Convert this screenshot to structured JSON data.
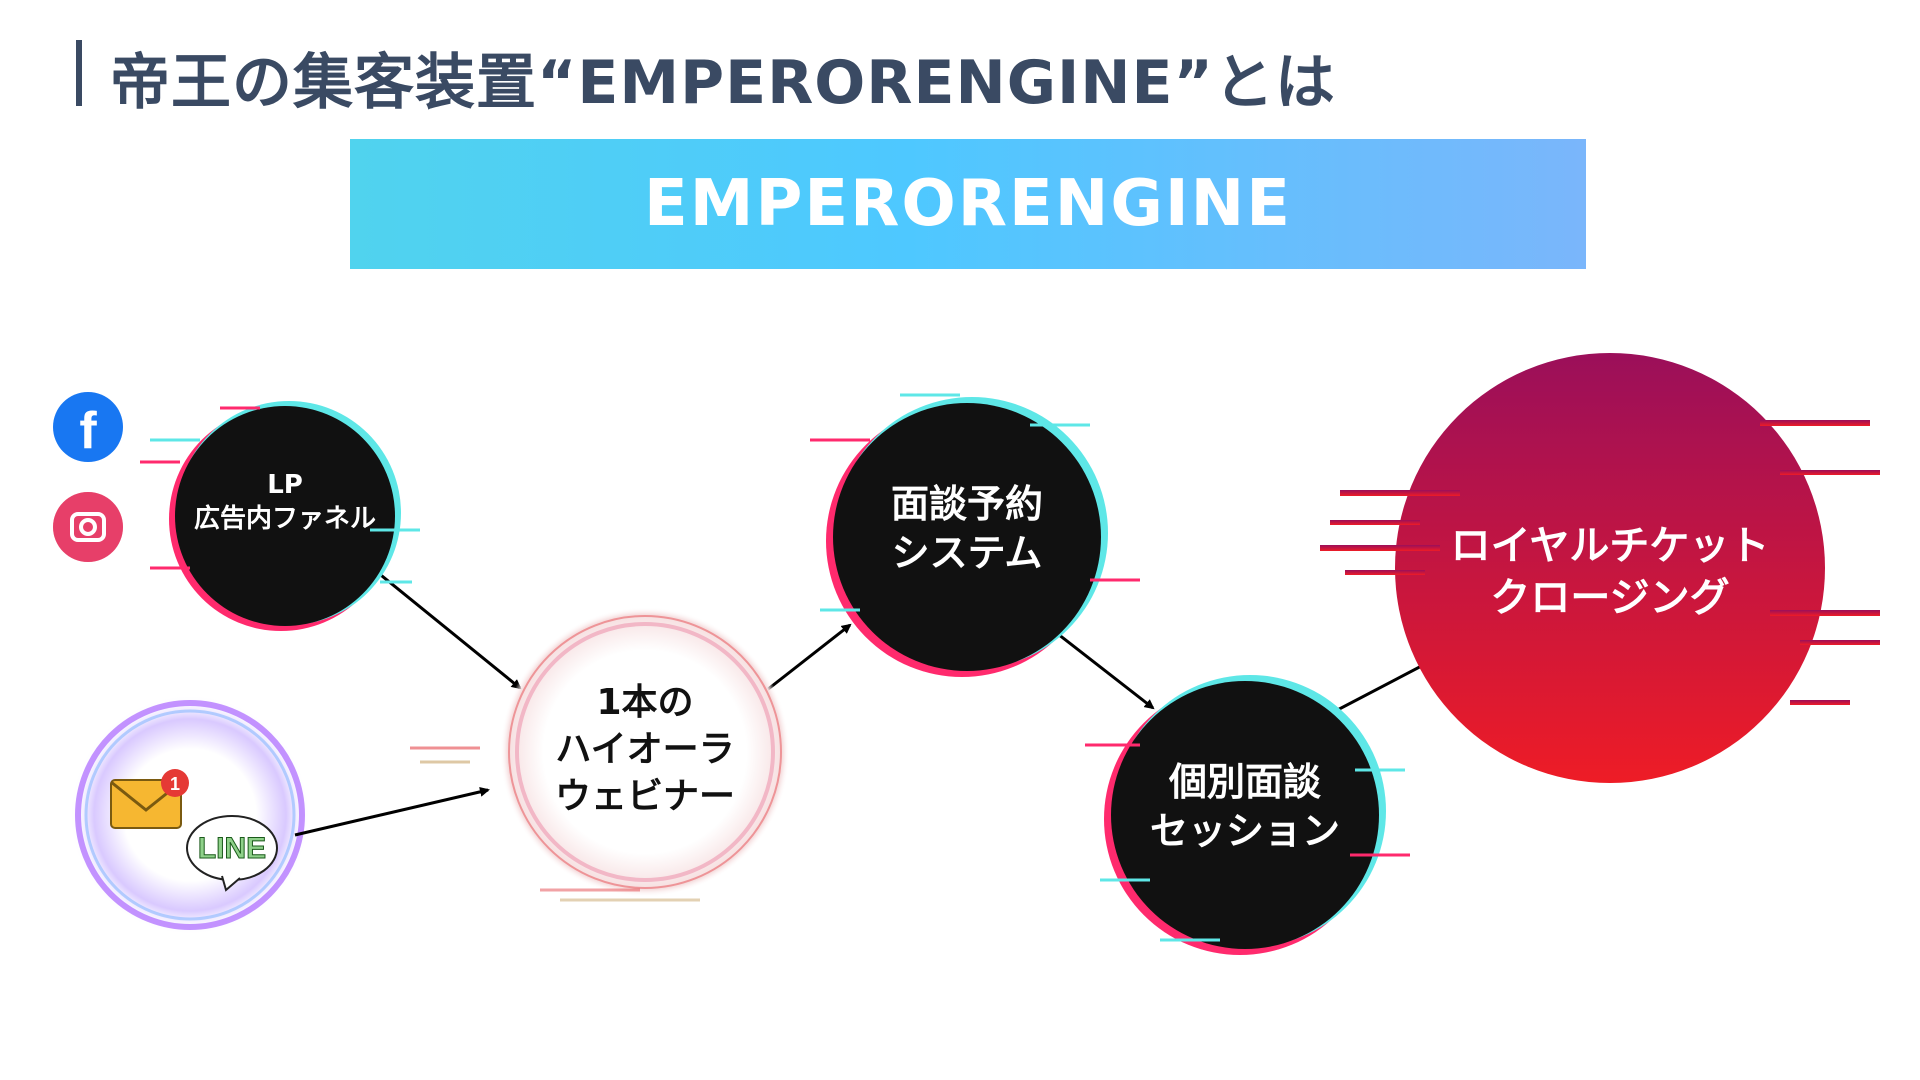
{
  "header": {
    "title": "帝王の集客装置“EMPERORENGINE”とは"
  },
  "banner": {
    "label": "EMPERORENGINE"
  },
  "sources": {
    "icons": [
      "facebook-icon",
      "instagram-icon",
      "mail-icon",
      "line-icon"
    ],
    "mail_badge": "1",
    "line_text": "LINE"
  },
  "nodes": {
    "lp_funnel": {
      "line1": "LP",
      "line2": "広告内ファネル"
    },
    "webinar": {
      "line1": "1本の",
      "line2": "ハイオーラ",
      "line3": "ウェビナー"
    },
    "booking": {
      "line1": "面談予約",
      "line2": "システム"
    },
    "session": {
      "line1": "個別面談",
      "line2": "セッション"
    },
    "closing": {
      "line1": "ロイヤルチケット",
      "line2": "クロージング"
    }
  },
  "colors": {
    "title": "#3a4a63",
    "node_dark": "#111111",
    "glitch_pink": "#ff2a6d",
    "glitch_cyan": "#5ee7e7",
    "closing_top": "#9b0f5a",
    "closing_bottom": "#ee1c26",
    "arrow": "#000000"
  }
}
